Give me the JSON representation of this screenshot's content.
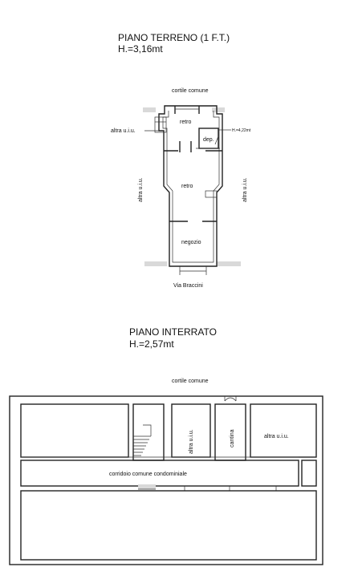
{
  "ground_floor": {
    "title": "PIANO TERRENO (1 F.T.)",
    "height": "H.=3,16mt",
    "courtyard": "cortile comune",
    "neighbour_left": "altra u.i.u.",
    "neighbour_side_left": "altra u.i.u.",
    "neighbour_side_right": "altra u.i.u.",
    "room_back_top": "retro",
    "room_storage": "dep.",
    "storage_height": "H.=4,22mt",
    "room_back": "retro",
    "room_shop": "negozio",
    "street": "Via Braccini"
  },
  "basement": {
    "title": "PIANO INTERRATO",
    "height": "H.=2,57mt",
    "courtyard": "cortile comune",
    "unit_middle": "altra u.i.u.",
    "cellar": "cantina",
    "unit_right": "altra u.i.u.",
    "corridor": "corridoio comune condominiale"
  }
}
